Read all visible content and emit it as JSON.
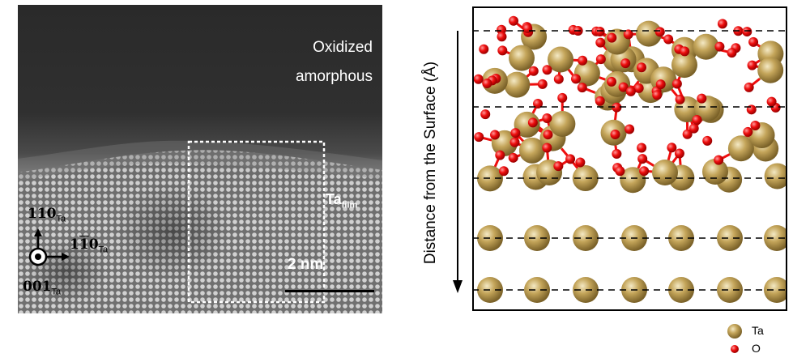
{
  "left_panel": {
    "oxide_line1": "Oxidized",
    "oxide_line2": "amorphous",
    "film_label": "Ta",
    "film_label_sub": "film",
    "scale_label": "2 nm",
    "axis_up_index": "110",
    "axis_up_sub": "Ta",
    "axis_right_index": "1",
    "axis_right_bar": "1",
    "axis_right_rest": "0",
    "axis_right_sub": "Ta",
    "axis_out_index": "001",
    "axis_out_sub": "Ta"
  },
  "right_panel": {
    "y_axis_label": "Distance from the Surface (Å)",
    "colors": {
      "ta_atom": "#b3944a",
      "o_atom": "#ee0e0e",
      "bond_a": "#b3944a",
      "bond_b": "#ee0e0e"
    }
  },
  "legend": {
    "ta_label": "Ta",
    "o_label": "O"
  }
}
